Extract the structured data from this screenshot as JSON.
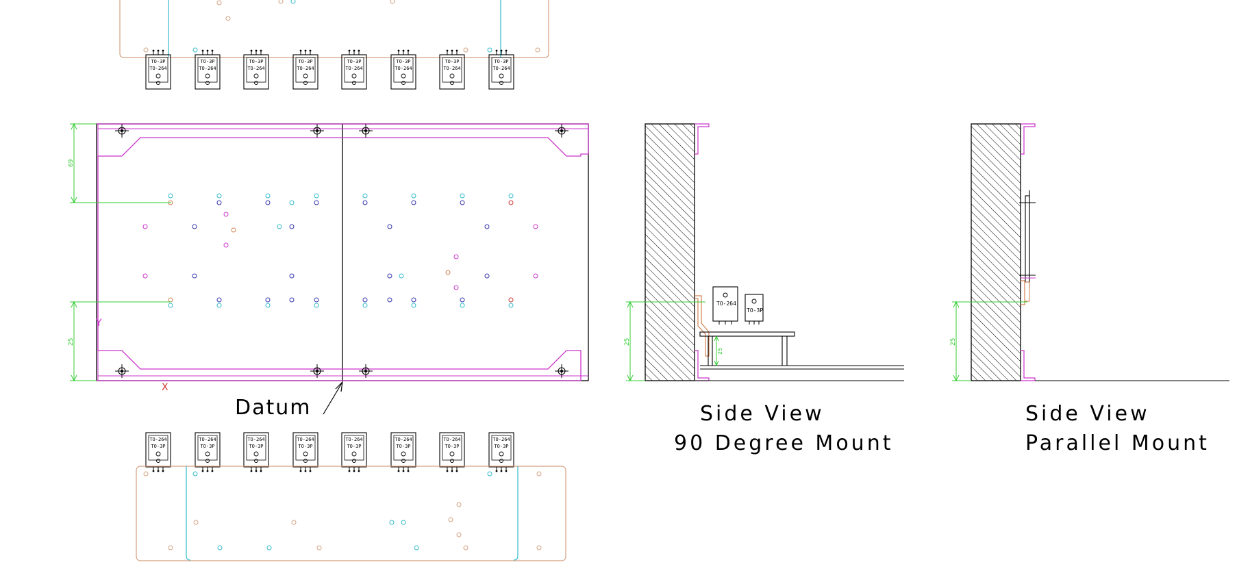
{
  "labels": {
    "datum": "Datum",
    "side_view_90_line1": "Side View",
    "side_view_90_line2": "90 Degree Mount",
    "side_view_parallel_line1": "Side View",
    "side_view_parallel_line2": "Parallel Mount",
    "axis_x": "X",
    "axis_y": "Y"
  },
  "package_labels": {
    "to3p": "TO-3P",
    "to264": "TO-264"
  },
  "dimensions": {
    "plate_top": "69",
    "plate_bottom": "25",
    "side90_height": "25",
    "side90_standoff": "25",
    "parallel_height": "25"
  },
  "colors": {
    "outline": "#000000",
    "magenta": "#cc33cc",
    "dimension": "#33cc33",
    "cyan": "#33bbcc",
    "orange": "#d08050",
    "blue": "#3333aa",
    "red": "#cc3333",
    "board_tan": "#d4a080"
  }
}
